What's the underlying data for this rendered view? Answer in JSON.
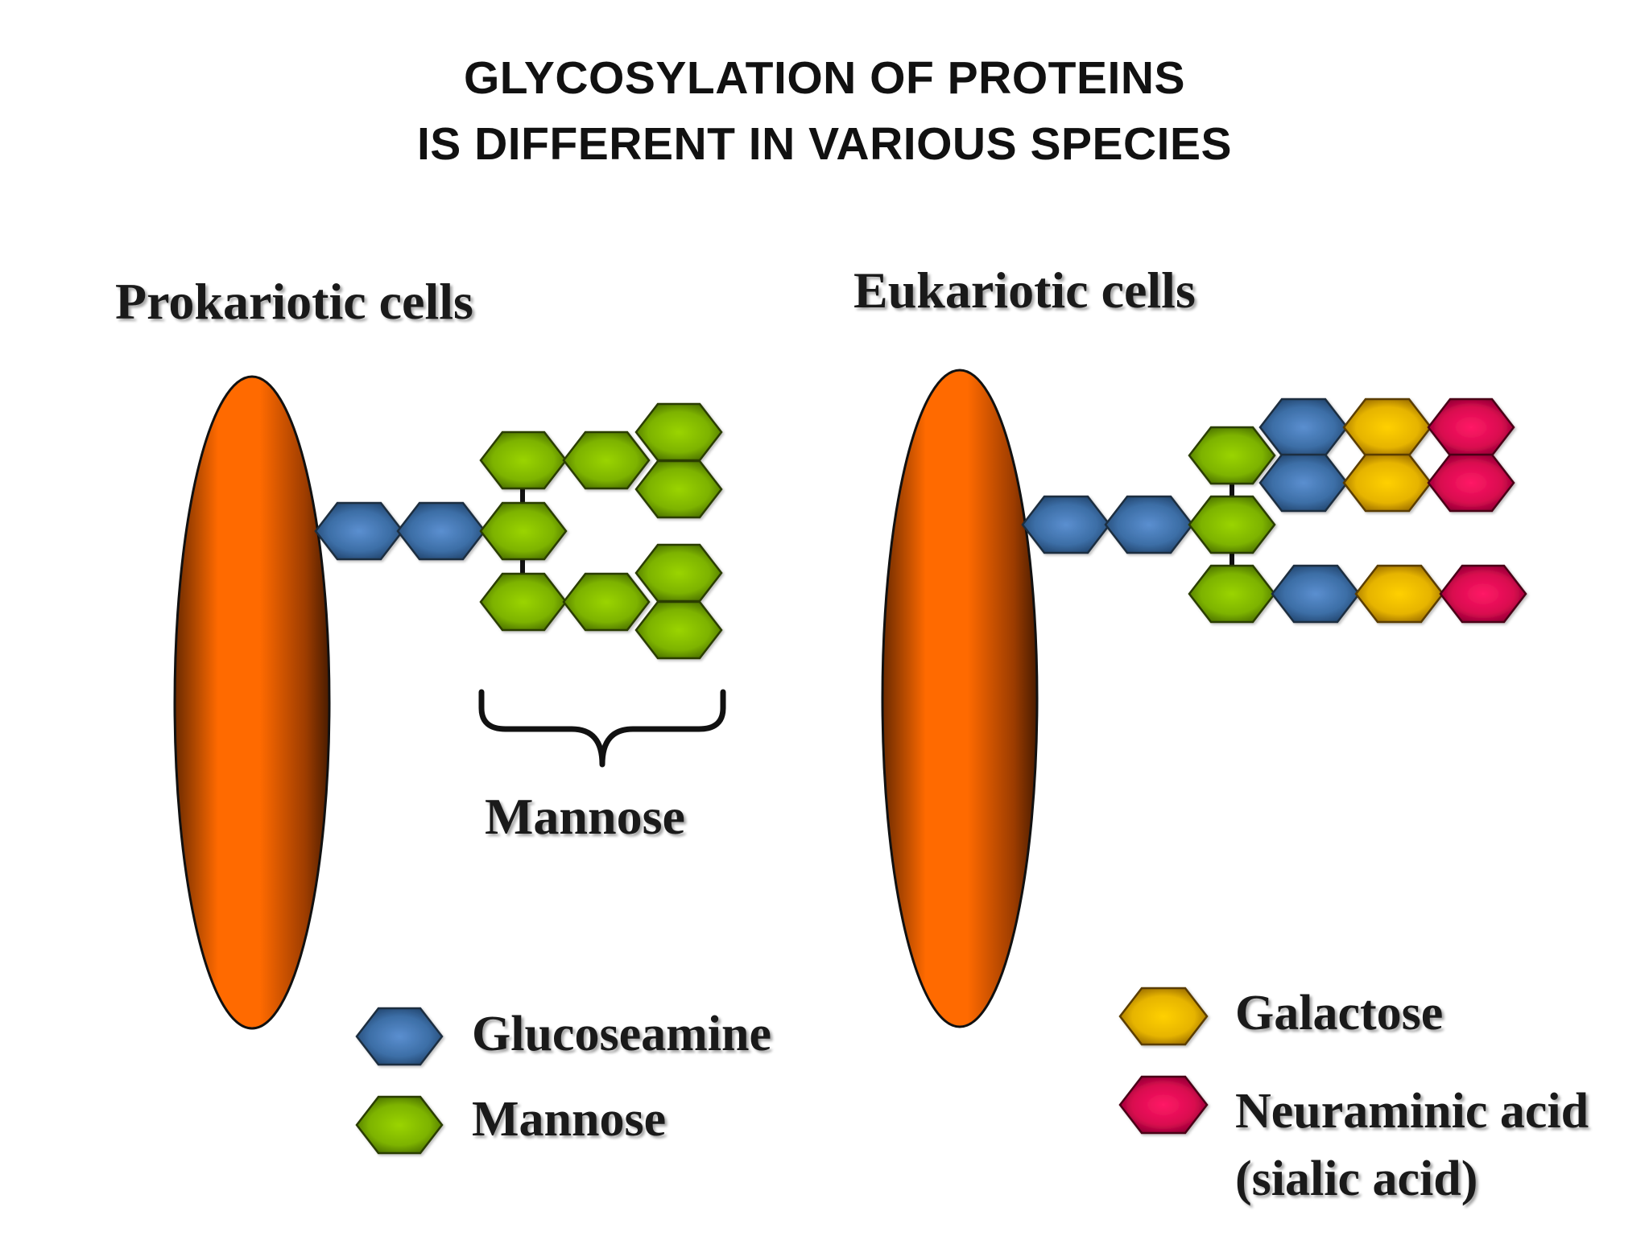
{
  "title": {
    "line1": "GLYCOSYLATION OF PROTEINS",
    "line2": "IS DIFFERENT IN VARIOUS SPECIES"
  },
  "prokaryotic": {
    "label": "Prokariotic cells",
    "brace_label": "Mannose"
  },
  "eukaryotic": {
    "label": "Eukariotic cells"
  },
  "legend": {
    "glucoseamine": "Glucoseamine",
    "mannose": "Mannose",
    "galactose": "Galactose",
    "neuraminic_line1": "Neuraminic acid",
    "neuraminic_line2": "(sialic acid)"
  },
  "colors": {
    "glucoseamine": "#3c6ea6",
    "mannose": "#7db300",
    "galactose": "#e6b400",
    "neuraminic": "#d9094f",
    "cell": "#ff6a00"
  }
}
